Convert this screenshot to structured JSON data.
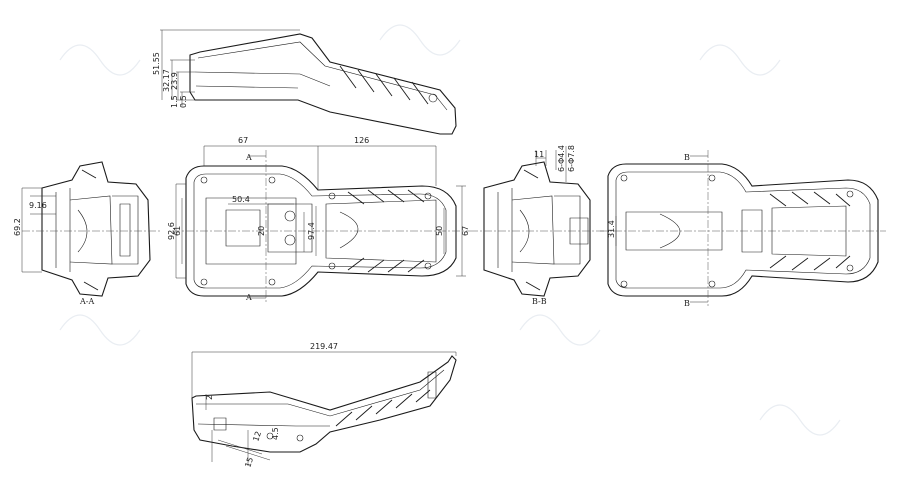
{
  "drawing": {
    "line_color": "#1a1a1a",
    "background": "#ffffff",
    "watermark_color": "#e9edf2",
    "side_view_top": {
      "dims": [
        "51.55",
        "32.17",
        "23.9",
        "1.5",
        "0.5"
      ]
    },
    "section_aa": {
      "dims": [
        "9.16",
        "69.2"
      ],
      "label": "A-A"
    },
    "top_view": {
      "dims": [
        "67",
        "126",
        "50.4",
        "92.6",
        "61",
        "20",
        "97.4",
        "50",
        "67"
      ],
      "cut_marks": [
        "A",
        "A"
      ]
    },
    "section_bb": {
      "dims": [
        "11",
        "6-Φ4.4",
        "6-Φ7.8"
      ],
      "label": "B-B"
    },
    "bottom_view": {
      "dims": [
        "31.4"
      ],
      "cut_marks": [
        "B",
        "B"
      ]
    },
    "side_view_bottom": {
      "dims": [
        "219.47",
        "2",
        "12",
        "4.5",
        "15"
      ]
    }
  }
}
